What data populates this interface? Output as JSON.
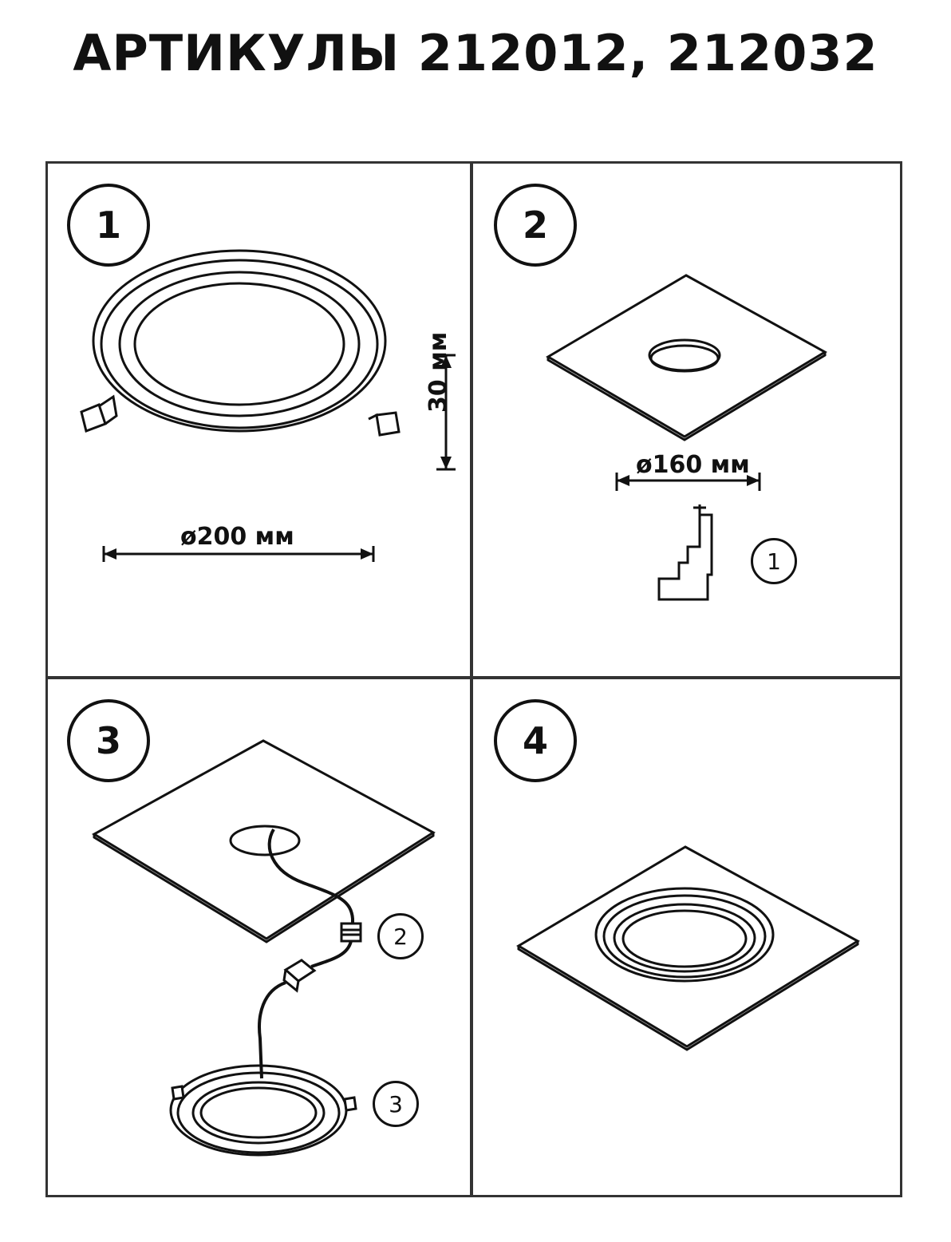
{
  "title": "АРТИКУЛЫ 212012, 212032",
  "panels": [
    {
      "step": "1",
      "dim_width": "ø200 мм",
      "dim_height": "30 мм"
    },
    {
      "step": "2",
      "dim_hole": "ø160 мм",
      "callout": "1"
    },
    {
      "step": "3",
      "callout_connector": "2",
      "callout_lamp": "3"
    },
    {
      "step": "4"
    }
  ]
}
